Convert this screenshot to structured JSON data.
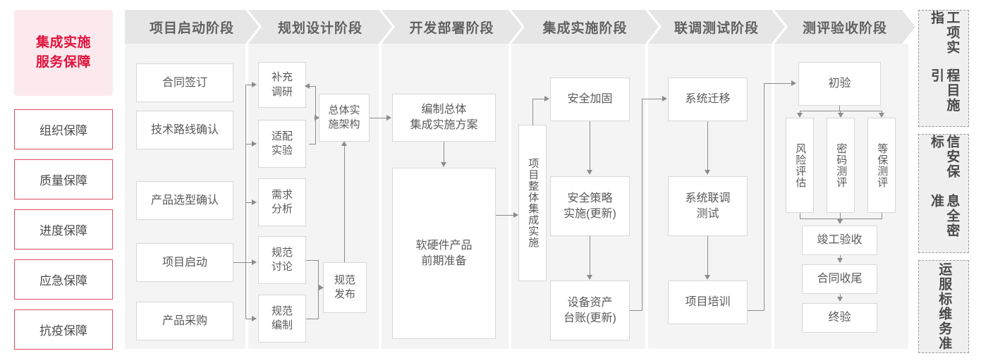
{
  "sidebar": {
    "title": "集成实施\n服务保障",
    "title_line1": "集成实施",
    "title_line2": "服务保障",
    "accent_color": "#e0123c",
    "accent_bg": "#fce9ed",
    "border_color": "#e24a62",
    "items": [
      {
        "label": "组织保障"
      },
      {
        "label": "质量保障"
      },
      {
        "label": "进度保障"
      },
      {
        "label": "应急保障"
      },
      {
        "label": "抗疫保障"
      }
    ]
  },
  "phases": [
    {
      "id": "p1",
      "header": "项目启动阶段"
    },
    {
      "id": "p2",
      "header": "规划设计阶段"
    },
    {
      "id": "p3",
      "header": "开发部署阶段"
    },
    {
      "id": "p4",
      "header": "集成实施阶段"
    },
    {
      "id": "p5",
      "header": "联调测试阶段"
    },
    {
      "id": "p6",
      "header": "测评验收阶段"
    }
  ],
  "nodes": {
    "p1": [
      {
        "label": "合同签订"
      },
      {
        "label": "技术路线确认"
      },
      {
        "label": "产品选型确认"
      },
      {
        "label": "项目启动"
      },
      {
        "label": "产品采购"
      }
    ],
    "p2": [
      {
        "label": "补充\n调研",
        "l1": "补充",
        "l2": "调研"
      },
      {
        "label": "适配\n实验",
        "l1": "适配",
        "l2": "实验"
      },
      {
        "label": "需求\n分析",
        "l1": "需求",
        "l2": "分析"
      },
      {
        "label": "规范\n讨论",
        "l1": "规范",
        "l2": "讨论"
      },
      {
        "label": "规范\n编制",
        "l1": "规范",
        "l2": "编制"
      },
      {
        "label": "总体实\n施架构",
        "l1": "总体实",
        "l2": "施架构"
      },
      {
        "label": "规范\n发布",
        "l1": "规范",
        "l2": "发布"
      }
    ],
    "p3": [
      {
        "label": "编制总体\n集成实施方案",
        "l1": "编制总体",
        "l2": "集成实施方案"
      },
      {
        "label": "软硬件产品\n前期准备",
        "l1": "软硬件产品",
        "l2": "前期准备"
      }
    ],
    "p4": [
      {
        "label": "项目整体集成实施"
      },
      {
        "label": "安全加固"
      },
      {
        "label": "安全策略\n实施(更新)",
        "l1": "安全策略",
        "l2": "实施(更新)"
      },
      {
        "label": "设备资产\n台账(更新)",
        "l1": "设备资产",
        "l2": "台账(更新)"
      }
    ],
    "p5": [
      {
        "label": "系统迁移"
      },
      {
        "label": "系统联调\n测试",
        "l1": "系统联调",
        "l2": "测试"
      },
      {
        "label": "项目培训"
      }
    ],
    "p6": [
      {
        "label": "初验"
      },
      {
        "label": "风险评估"
      },
      {
        "label": "密码测评"
      },
      {
        "label": "等保测评"
      },
      {
        "label": "竣工验收"
      },
      {
        "label": "合同收尾"
      },
      {
        "label": "终验"
      }
    ]
  },
  "standards": [
    {
      "label": "工程项目实施指引",
      "col_right": "程目施引",
      "col_left": "工项实指"
    },
    {
      "label": "信息安全保密标准",
      "col_right": "息全密准",
      "col_left": "信安保标"
    },
    {
      "label": "运维服务标准",
      "col_right": "维务准",
      "col_left": "运服标"
    }
  ]
}
